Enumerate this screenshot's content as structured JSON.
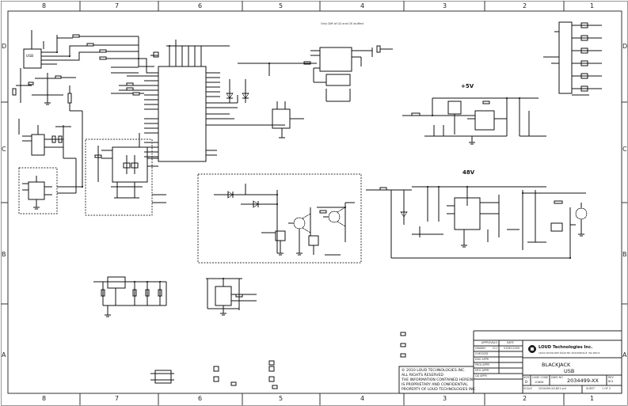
{
  "sheet": {
    "col_labels": [
      "8",
      "7",
      "6",
      "5",
      "4",
      "3",
      "2",
      "1"
    ],
    "row_labels": [
      "D",
      "C",
      "B",
      "A"
    ]
  },
  "header_note": "Only Diff of LD and US stuffed",
  "rails": {
    "v5": "+5V",
    "v48": "48V"
  },
  "connector_label": "USB",
  "title_block": {
    "approvals_header": "APPROVALS",
    "date_header": "DATE",
    "drawn_label": "DRAWN",
    "drawn_by": "CCI",
    "drawn_date": "01DEC2009",
    "checked_label": "CHECKED",
    "eng_label": "ENG APPR",
    "proj_label": "PROJ APPR",
    "mfg_label": "MFG APPR",
    "qa_label": "QA APPR",
    "company": "LOUD Technologies Inc.",
    "address": "16220 WOOD-RED ROAD NE, WOODINVILLE, WA 98072",
    "project": "BLACKJACK",
    "subtitle": "USB",
    "size_label": "SIZE",
    "size": "D",
    "cage_label": "CAGE CODE",
    "cage": "1GBS6",
    "drawing_label": "DWG NO",
    "drawing_number": "2034499-XX",
    "rev_label": "REV",
    "rev": "B01",
    "scale_label": "SCALE",
    "file": "2034499-XX-B01.sch",
    "sheet_label": "SHEET",
    "sheet": "1 OF 2"
  },
  "copyright": [
    "© 2010 LOUD TECHNOLOGIES INC.",
    "ALL RIGHTS RESERVED",
    "THE INFORMATION CONTAINED HEREIN",
    "IS PROPRIETARY AND CONFIDENTIAL",
    "PROPERTY OF LOUD TECHNOLOGIES INC."
  ]
}
